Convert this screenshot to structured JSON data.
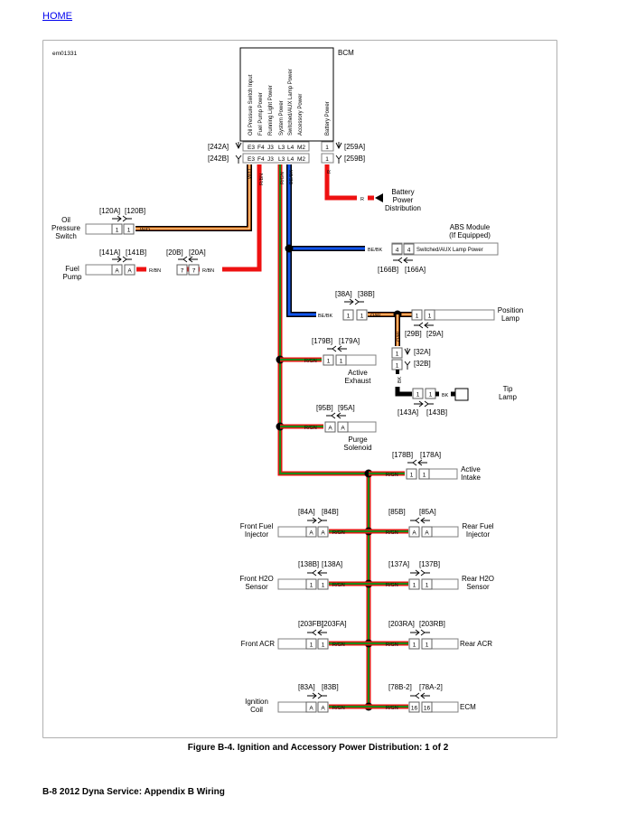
{
  "nav": {
    "home_label": "HOME"
  },
  "figure": {
    "id": "em01331",
    "caption": "Figure B-4. Ignition and Accessory Power Distribution: 1 of 2",
    "footer": "B-8  2012 Dyna Service:  Appendix B Wiring"
  },
  "colors": {
    "red": "#ee1111",
    "orange": "#ff7700",
    "green": "#1a8a1a",
    "blue": "#1155ee",
    "black": "#000000",
    "box_border": "#808080"
  },
  "bcm": {
    "label": "BCM",
    "pins": [
      {
        "id": "E3",
        "function": "Oil Pressure Switch Input"
      },
      {
        "id": "F4",
        "function": "Fuel Pump Power"
      },
      {
        "id": "J3",
        "function": "Running Light Power"
      },
      {
        "id": "L3",
        "function": "System Power"
      },
      {
        "id": "L4",
        "function": "Switched/AUX Lamp Power"
      },
      {
        "id": "M2",
        "function": "Accessory Power"
      }
    ],
    "battery_pin": {
      "id": "1",
      "function": "Battery Power"
    },
    "connector_main": [
      "[242A]",
      "[242B]"
    ],
    "connector_battery": [
      "[259A]",
      "[259B]"
    ]
  },
  "wires": {
    "oil": "W/O",
    "fuel_pump": "R/BN",
    "system": "R/GN",
    "lamp": "BE/BK",
    "battery": "R",
    "position": "O/W",
    "tip": "BK"
  },
  "components": {
    "battery_dist": [
      "Battery",
      "Power",
      "Distribution"
    ],
    "oil_switch": {
      "name": [
        "Oil",
        "Pressure",
        "Switch"
      ],
      "connectors": [
        "[120A]",
        "[120B]"
      ],
      "pins": [
        "1",
        "1"
      ]
    },
    "fuel_pump": {
      "name": [
        "Fuel",
        "Pump"
      ],
      "connectors": [
        "[141A]",
        "[141B]"
      ],
      "pins": [
        "A",
        "A"
      ],
      "inline_connectors": [
        "[20B]",
        "[20A]"
      ],
      "inline_pins": [
        "7",
        "7"
      ]
    },
    "abs": {
      "name": [
        "ABS Module",
        "(If Equipped)"
      ],
      "connectors": [
        "[166B]",
        "[166A]"
      ],
      "pins": [
        "4",
        "4"
      ],
      "pin_label": "Switched/AUX Lamp Power"
    },
    "pos_inline": {
      "connectors": [
        "[38A]",
        "[38B]"
      ],
      "pins": [
        "1",
        "1"
      ]
    },
    "position_lamp": {
      "name": [
        "Position",
        "Lamp"
      ],
      "connectors": [
        "[29B]",
        "[29A]"
      ],
      "pins": [
        "1",
        "1"
      ]
    },
    "c32": {
      "connectors": [
        "[32A]",
        "[32B]"
      ],
      "pins": [
        "1",
        "1"
      ]
    },
    "tip_lamp": {
      "name": [
        "Tip",
        "Lamp"
      ],
      "connectors": [
        "[143A]",
        "[143B]"
      ],
      "pins": [
        "1",
        "1"
      ]
    },
    "active_exhaust": {
      "name": [
        "Active",
        "Exhaust"
      ],
      "connectors": [
        "[179B]",
        "[179A]"
      ],
      "pins": [
        "1",
        "1"
      ]
    },
    "purge": {
      "name": [
        "Purge",
        "Solenoid"
      ],
      "connectors": [
        "[95B]",
        "[95A]"
      ],
      "pins": [
        "A",
        "A"
      ]
    },
    "active_intake": {
      "name": [
        "Active",
        "Intake"
      ],
      "connectors": [
        "[178B]",
        "[178A]"
      ],
      "pins": [
        "1",
        "1"
      ]
    },
    "front_injector": {
      "name": [
        "Front Fuel",
        "Injector"
      ],
      "connectors": [
        "[84A]",
        "[84B]"
      ],
      "pins": [
        "A",
        "A"
      ]
    },
    "rear_injector": {
      "name": [
        "Rear Fuel",
        "Injector"
      ],
      "connectors": [
        "[85B]",
        "[85A]"
      ],
      "pins": [
        "A",
        "A"
      ]
    },
    "front_h2o": {
      "name": [
        "Front H2O",
        "Sensor"
      ],
      "connectors": [
        "[138B]",
        "[138A]"
      ],
      "pins": [
        "1",
        "1"
      ]
    },
    "rear_h2o": {
      "name": [
        "Rear H2O",
        "Sensor"
      ],
      "connectors": [
        "[137A]",
        "[137B]"
      ],
      "pins": [
        "1",
        "1"
      ]
    },
    "front_acr": {
      "name": [
        "Front ACR"
      ],
      "connectors": [
        "[203FB]",
        "[203FA]"
      ],
      "pins": [
        "1",
        "1"
      ]
    },
    "rear_acr": {
      "name": [
        "Rear ACR"
      ],
      "connectors": [
        "[203RA]",
        "[203RB]"
      ],
      "pins": [
        "1",
        "1"
      ]
    },
    "ignition_coil": {
      "name": [
        "Ignition",
        "Coil"
      ],
      "connectors": [
        "[83A]",
        "[83B]"
      ],
      "pins": [
        "A",
        "A"
      ]
    },
    "ecm": {
      "name": [
        "ECM"
      ],
      "connectors": [
        "[78B-2]",
        "[78A-2]"
      ],
      "pins": [
        "16",
        "16"
      ]
    }
  }
}
